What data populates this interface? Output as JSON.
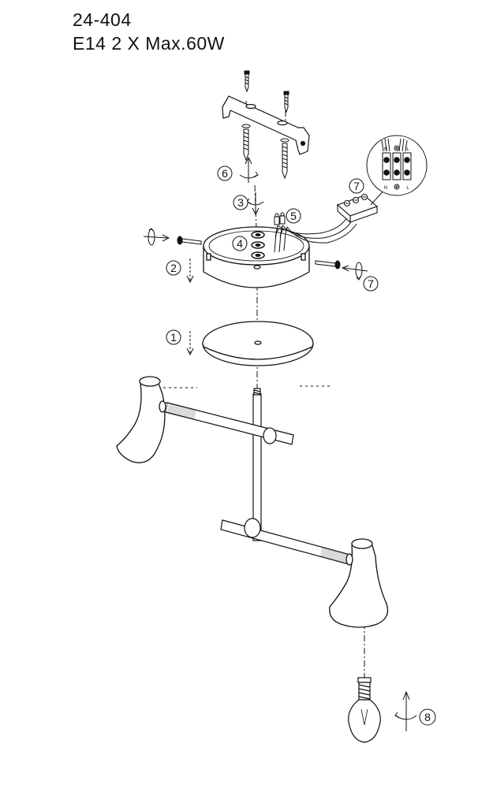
{
  "header": {
    "model": "24-404",
    "spec": "E14 2 X Max.60W"
  },
  "steps": {
    "s1": "1",
    "s2": "2",
    "s3": "3",
    "s4": "4",
    "s5": "5",
    "s6": "6",
    "s7_terminal": "7",
    "s7_screw": "7",
    "s8": "8"
  },
  "terminal_labels": {
    "n_top": "N",
    "l_top": "L",
    "n_bottom": "N",
    "l_bottom": "L"
  }
}
